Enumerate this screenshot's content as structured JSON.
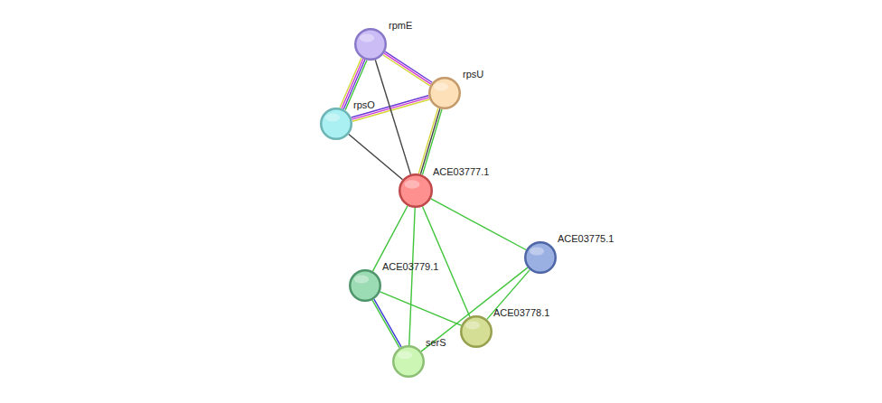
{
  "diagram": {
    "nodes": [
      {
        "text": [
          "rpmE"
        ]
      },
      {
        "text": [
          "rpsU"
        ]
      },
      {
        "text": [
          "rpsO"
        ]
      },
      {
        "text": [
          "ACE03777.1"
        ]
      },
      {
        "text": [
          "ACE03775.1"
        ]
      },
      {
        "text": [
          "ACE03779.1"
        ]
      },
      {
        "text": [
          "ACE03778.1"
        ]
      },
      {
        "text": [
          "serS"
        ]
      }
    ],
    "edges": [
      {
        "from": 0,
        "to": 2,
        "arrow": "none"
      },
      {
        "from": 0,
        "to": 1,
        "arrow": "none"
      },
      {
        "from": 2,
        "to": 1,
        "arrow": "none"
      },
      {
        "from": 0,
        "to": 3,
        "arrow": "none"
      },
      {
        "from": 2,
        "to": 3,
        "arrow": "none"
      },
      {
        "from": 1,
        "to": 3,
        "arrow": "none"
      },
      {
        "from": 3,
        "to": 5,
        "arrow": "none"
      },
      {
        "from": 3,
        "to": 7,
        "arrow": "none"
      },
      {
        "from": 3,
        "to": 6,
        "arrow": "none"
      },
      {
        "from": 3,
        "to": 4,
        "arrow": "none"
      },
      {
        "from": 5,
        "to": 7,
        "arrow": "none"
      },
      {
        "from": 5,
        "to": 6,
        "arrow": "none"
      },
      {
        "from": 4,
        "to": 6,
        "arrow": "none"
      },
      {
        "from": 4,
        "to": 7,
        "arrow": "none"
      }
    ]
  }
}
